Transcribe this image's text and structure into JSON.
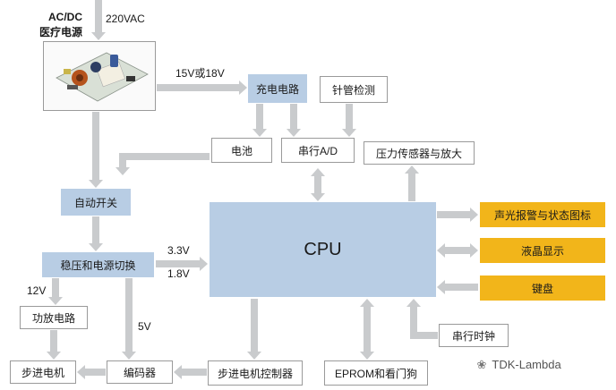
{
  "power_source": {
    "line1": "AC/DC",
    "line2": "医疗电源",
    "input": "220VAC"
  },
  "nodes": {
    "charge": "充电电路",
    "needle": "针管检测",
    "battery": "电池",
    "serial_ad": "串行A/D",
    "pressure": "压力传感器与放大",
    "auto_switch": "自动开关",
    "cpu": "CPU",
    "regulator": "稳压和电源切换",
    "alarm": "声光报警与状态图标",
    "lcd": "液晶显示",
    "keypad": "键盘",
    "amp": "功放电路",
    "serial_clock": "串行时钟",
    "motor": "步进电机",
    "encoder": "编码器",
    "motor_ctrl": "步进电机控制器",
    "eprom": "EPROM和看门狗"
  },
  "labels": {
    "v15_18": "15V或18V",
    "v33": "3.3V",
    "v18": "1.8V",
    "v12": "12V",
    "v5": "5V"
  },
  "watermark": {
    "text": "TDK-Lambda"
  },
  "colors": {
    "blue": "#b8cde4",
    "gold": "#f2b51a",
    "arrow": "#c9cbcd"
  }
}
